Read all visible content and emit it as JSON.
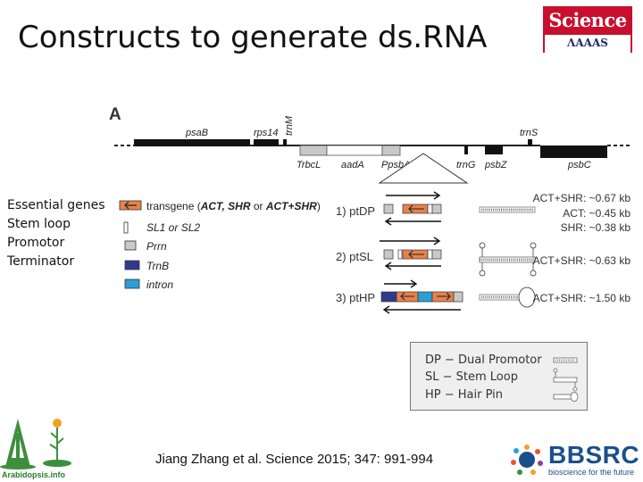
{
  "slide": {
    "title": "Constructs to generate ds.RNA",
    "side_labels": [
      "Essential genes",
      "Stem loop",
      "Promotor",
      "Terminator"
    ],
    "citation": "Jiang Zhang et al. Science 2015; 347: 991-994"
  },
  "logos": {
    "science_top": "Science",
    "science_bottom": "AAAS",
    "bbsrc_name": "BBSRC",
    "bbsrc_tagline": "bioscience for the future",
    "arabidopsis": "Arabidopsis.info"
  },
  "figure": {
    "panel_letter": "A",
    "genome_labels": {
      "psaB": "psaB",
      "rps14": "rps14",
      "trnM": "trnM",
      "trnS": "trnS",
      "TrbcL": "TrbcL",
      "aadA": "aadA",
      "PpsbA": "PpsbA",
      "trnG": "trnG",
      "psbZ": "psbZ",
      "psbC": "psbC"
    },
    "key": {
      "transgene_prefix": "transgene (",
      "transgene_opts": "ACT, SHR",
      "transgene_or": " or ",
      "transgene_combo": "ACT+SHR",
      "transgene_suffix": ")",
      "sl": "SL1 or SL2",
      "prrn": "Prrn",
      "trnb": "TrnB",
      "intron": "intron"
    },
    "constructs": [
      {
        "label": "1) ptDP",
        "sizes": [
          "ACT+SHR: ~0.67 kb",
          "ACT: ~0.45 kb",
          "SHR: ~0.38 kb"
        ]
      },
      {
        "label": "2) ptSL",
        "sizes": [
          "ACT+SHR: ~0.63 kb"
        ]
      },
      {
        "label": "3) ptHP",
        "sizes": [
          "ACT+SHR: ~1.50 kb"
        ]
      }
    ]
  },
  "legend": {
    "lines": [
      "DP − Dual Promotor",
      "SL − Stem Loop",
      "HP − Hair Pin"
    ]
  },
  "colors": {
    "transgene": "#e8824a",
    "trnb": "#2e3a8c",
    "intron": "#2a9fd6",
    "prrn": "#c8c8c8",
    "science_red": "#c8102e",
    "bbsrc_blue": "#1a4f8b"
  }
}
